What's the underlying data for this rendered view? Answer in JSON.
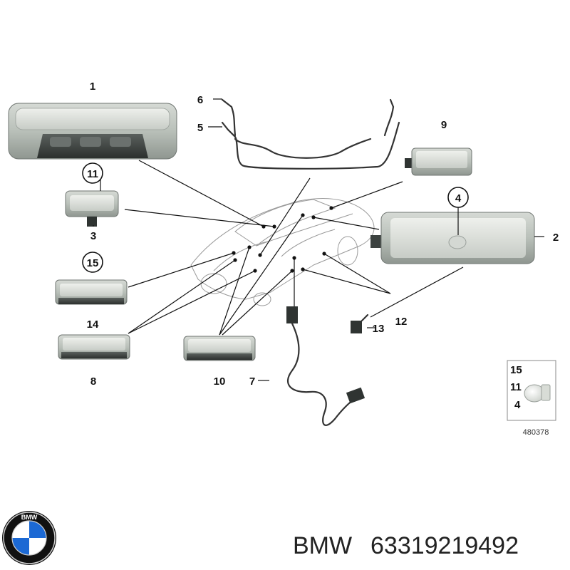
{
  "parts": [
    {
      "id": "p1",
      "number": "1"
    },
    {
      "id": "p2",
      "number": "2"
    },
    {
      "id": "p3",
      "number": "3"
    },
    {
      "id": "p4",
      "number": "4"
    },
    {
      "id": "p5",
      "number": "5"
    },
    {
      "id": "p6",
      "number": "6"
    },
    {
      "id": "p7",
      "number": "7"
    },
    {
      "id": "p8",
      "number": "8"
    },
    {
      "id": "p9",
      "number": "9"
    },
    {
      "id": "p10",
      "number": "10"
    },
    {
      "id": "p11",
      "number": "11"
    },
    {
      "id": "p12",
      "number": "12"
    },
    {
      "id": "p13",
      "number": "13"
    },
    {
      "id": "p14",
      "number": "14"
    },
    {
      "id": "p15",
      "number": "15"
    }
  ],
  "bulb_inset": {
    "labels": [
      "15",
      "11",
      "4"
    ],
    "reference": "480378"
  },
  "brand": {
    "name": "BMW",
    "part_number": "63319219492",
    "logo_text": "BMW"
  },
  "colors": {
    "light_body": "#b9c0b9",
    "light_dark": "#3c4240",
    "lead_line": "#111111",
    "logo_blue": "#1c69d4",
    "logo_black": "#111111"
  }
}
